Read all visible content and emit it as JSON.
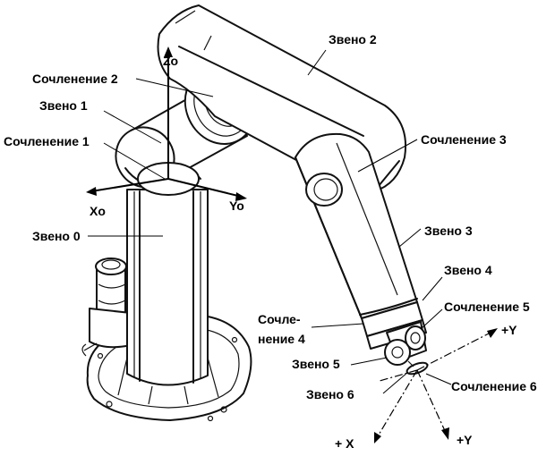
{
  "labels": {
    "link2": "Звено 2",
    "joint2": "Сочленение 2",
    "zo": "Zo",
    "link1": "Звено 1",
    "joint1": "Сочленение 1",
    "joint3": "Сочленение 3",
    "xo": "Xo",
    "yo": "Yo",
    "link0": "Звено 0",
    "link3": "Звено 3",
    "link4": "Звено 4",
    "joint4_line1": "Сочле-",
    "joint4_line2": "нение 4",
    "joint5": "Сочленение 5",
    "plus_y_upper": "+Y",
    "link5": "Звено 5",
    "link6": "Звено 6",
    "joint6": "Сочленение 6",
    "plus_x": "+ X",
    "plus_y_lower": "+Y"
  }
}
